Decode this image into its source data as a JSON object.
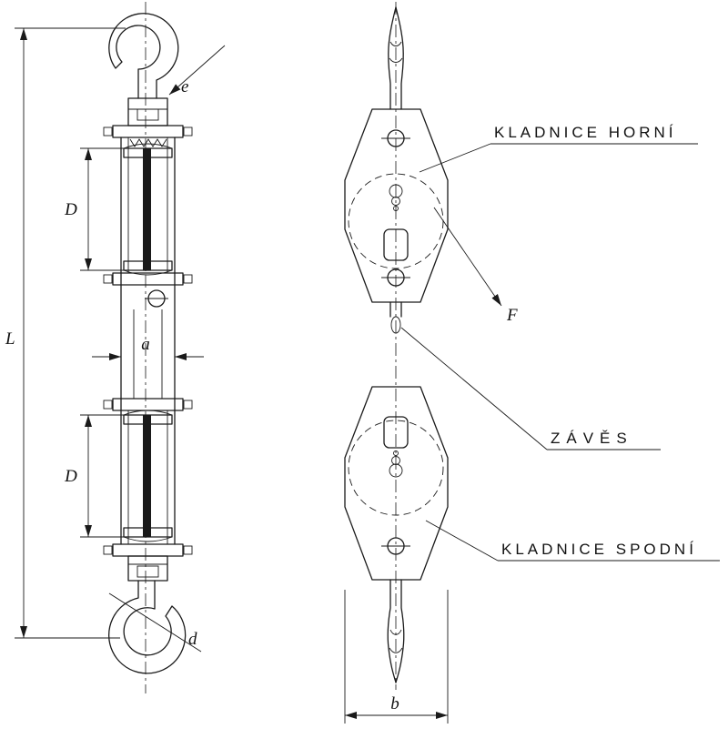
{
  "meta": {
    "background_color": "#ffffff",
    "line_color": "#1a1a1a",
    "drawing_type": "technical drawing - pulley block (kladnice)"
  },
  "front_view": {
    "dim_overall_length": "L",
    "dim_sheave_diameter_upper": "D",
    "dim_sheave_diameter_lower": "D",
    "dim_body_width": "a",
    "dim_top_hook": "e",
    "dim_bottom_hook": "d"
  },
  "side_view": {
    "dim_block_width": "b",
    "force_label": "F",
    "label_upper_block": "KLADNICE HORNÍ",
    "label_hanger": "ZÁVĚS",
    "label_lower_block": "KLADNICE SPODNÍ"
  }
}
